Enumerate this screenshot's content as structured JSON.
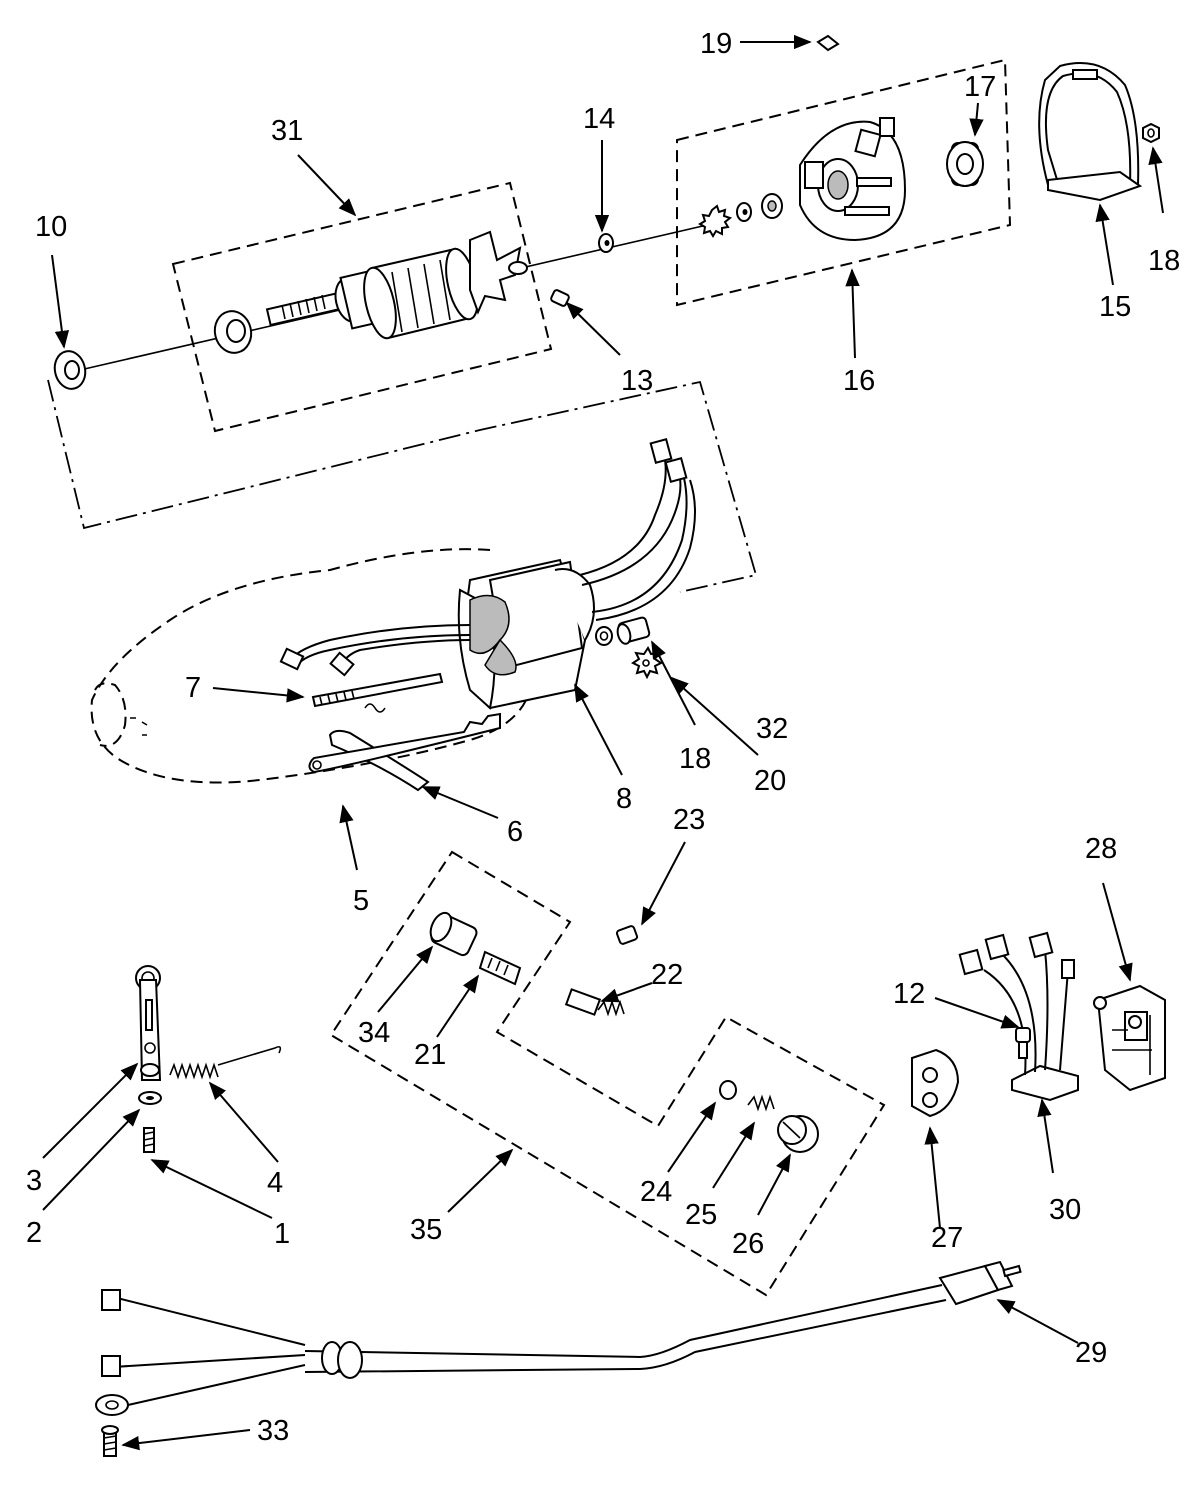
{
  "labels": {
    "p1": "1",
    "p2": "2",
    "p3": "3",
    "p4": "4",
    "p5": "5",
    "p6": "6",
    "p7": "7",
    "p8": "8",
    "p10": "10",
    "p12": "12",
    "p13": "13",
    "p14": "14",
    "p15": "15",
    "p16": "16",
    "p17": "17",
    "p18a": "18",
    "p18b": "18",
    "p19": "19",
    "p20": "20",
    "p21": "21",
    "p22": "22",
    "p23": "23",
    "p24": "24",
    "p25": "25",
    "p26": "26",
    "p27": "27",
    "p28": "28",
    "p29": "29",
    "p30": "30",
    "p31": "31",
    "p32": "32",
    "p33": "33",
    "p34": "34",
    "p35": "35"
  }
}
